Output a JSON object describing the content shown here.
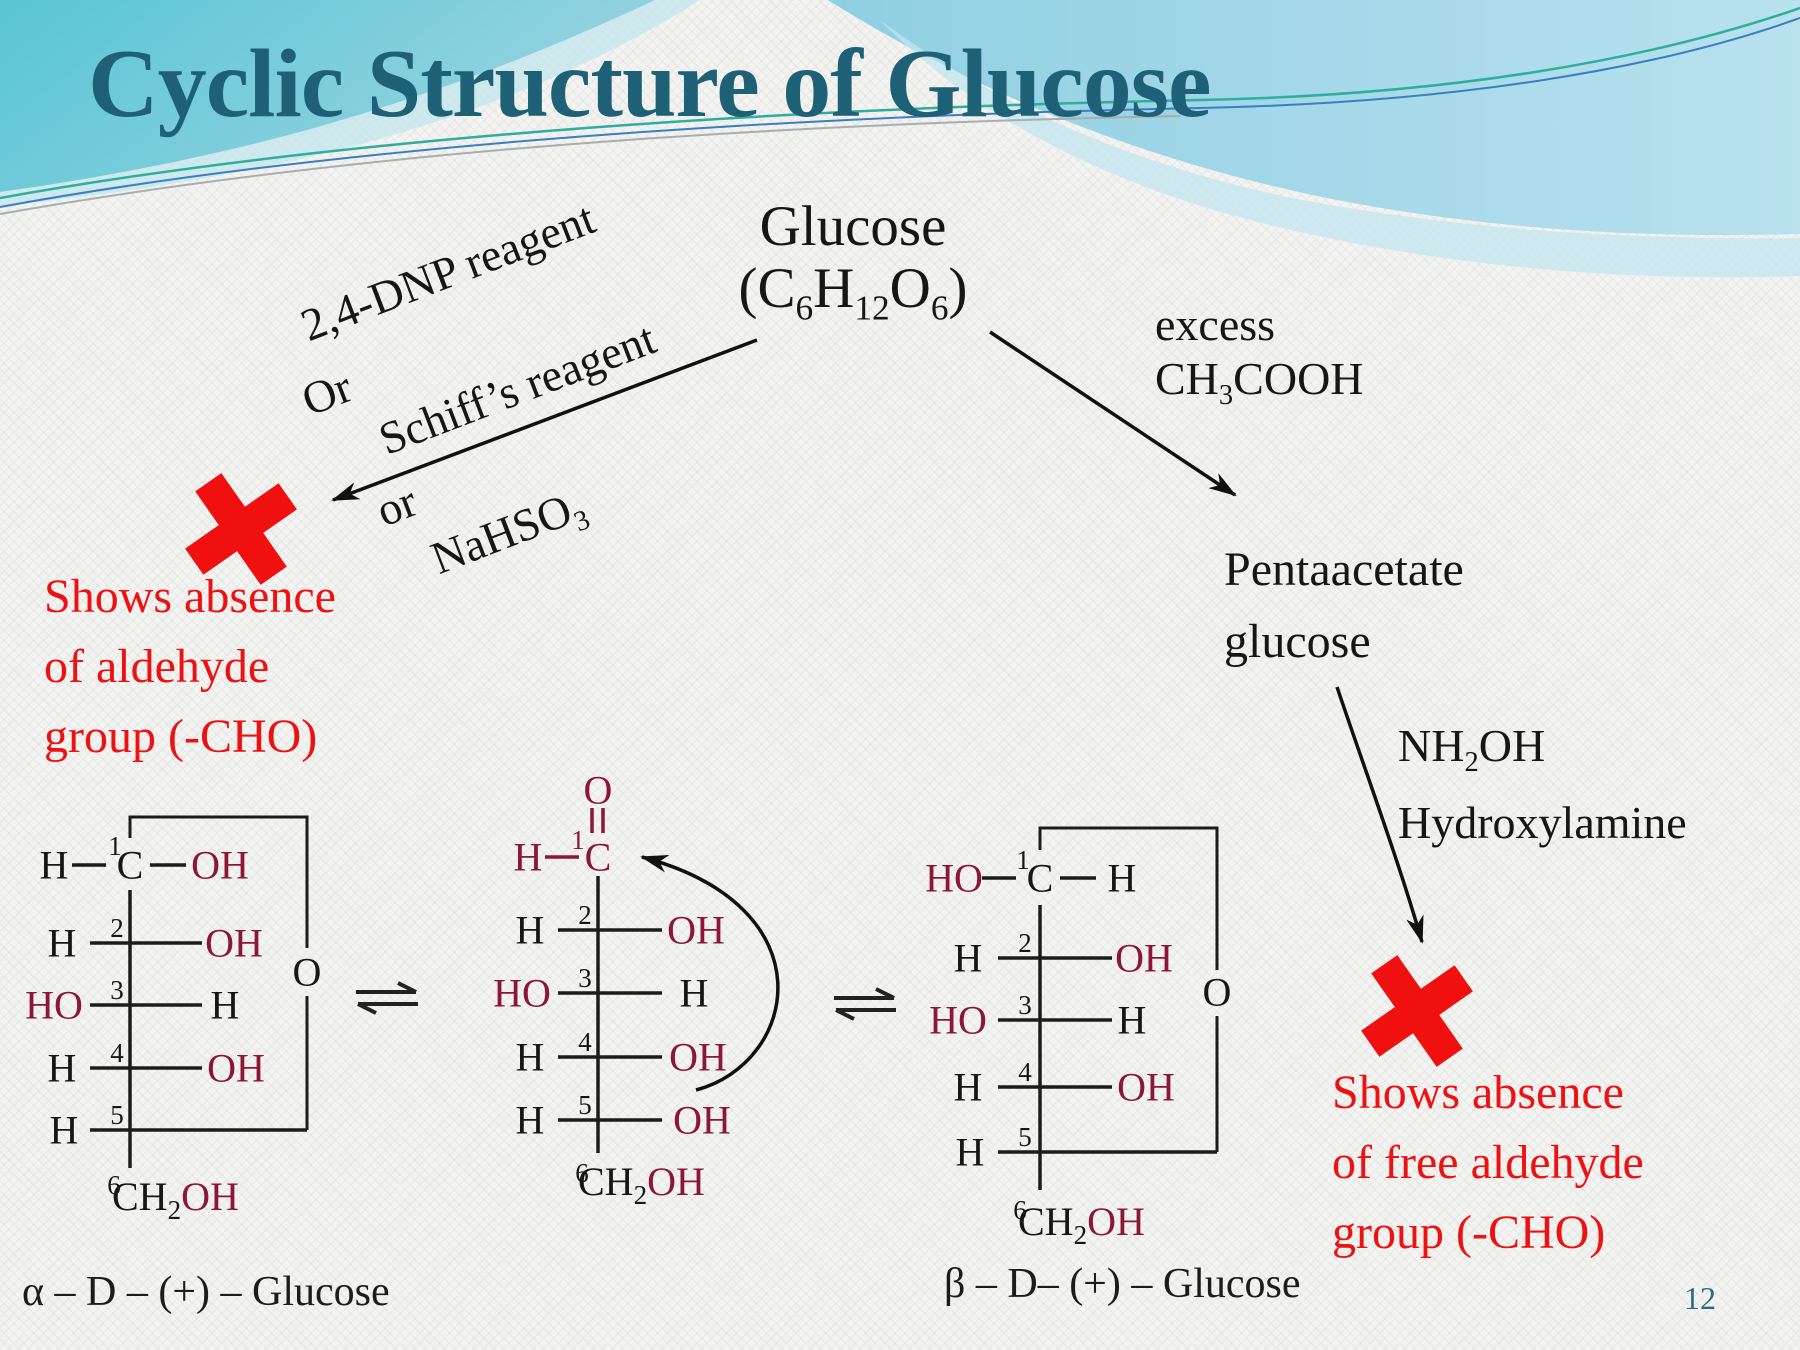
{
  "slide": {
    "title": "Cyclic Structure of Glucose",
    "page_number": "12"
  },
  "colors": {
    "title_teal": "#1e6176",
    "maroon": "#8c1538",
    "red": "#ee1111",
    "wave_teal": "#58c5d4",
    "wave_blue": "#b9e1ee"
  },
  "center": {
    "name": "Glucose",
    "formula": {
      "p1": "(C",
      "s1": "6",
      "p2": "H",
      "s2": "12",
      "p3": "O",
      "s3": "6",
      "p4": ")"
    }
  },
  "left_branch": {
    "reagents": {
      "l1": "2,4-DNP reagent",
      "l2": "Or",
      "l3": "Schiff’s reagent",
      "l4": "or",
      "l5_pre": "NaHSO",
      "l5_sub": "3"
    },
    "result": {
      "l1": "Shows absence",
      "l2": "of aldehyde",
      "l3": "group (-CHO)"
    }
  },
  "right_branch": {
    "reagent1": {
      "l1": "excess",
      "l2_pre": "CH",
      "l2_sub": "3",
      "l2_post": "COOH"
    },
    "product": {
      "l1": "Pentaacetate",
      "l2": "glucose"
    },
    "reagent2": {
      "l1_pre": "NH",
      "l1_sub": "2",
      "l1_post": "OH",
      "l2": "Hydroxylamine"
    },
    "result": {
      "l1": "Shows absence",
      "l2": "of free aldehyde",
      "l3": "group (-CHO)"
    }
  },
  "structures": {
    "alpha": {
      "label": "α – D – (+) – Glucose",
      "ring_o": "O",
      "c1": {
        "num": "1",
        "left": "H",
        "center": "C",
        "right": "OH"
      },
      "rows": [
        {
          "num": "2",
          "left": "H",
          "right": "OH"
        },
        {
          "num": "3",
          "left": "HO",
          "right": "H"
        },
        {
          "num": "4",
          "left": "H",
          "right": "OH"
        },
        {
          "num": "5",
          "left": "H"
        }
      ],
      "c6": {
        "num": "6",
        "pre": "CH",
        "sub": "2",
        "post": "OH"
      }
    },
    "open": {
      "o": "O",
      "c1": {
        "num": "1",
        "left": "H",
        "center": "C"
      },
      "rows": [
        {
          "num": "2",
          "left": "H",
          "right": "OH"
        },
        {
          "num": "3",
          "left": "HO",
          "right": "H"
        },
        {
          "num": "4",
          "left": "H",
          "right": "OH"
        },
        {
          "num": "5",
          "left": "H",
          "right": "OH"
        }
      ],
      "c6": {
        "num": "6",
        "pre": "CH",
        "sub": "2",
        "post": "OH"
      }
    },
    "beta": {
      "label": "β – D– (+) – Glucose",
      "ring_o": "O",
      "c1": {
        "num": "1",
        "left": "HO",
        "center": "C",
        "right": "H"
      },
      "rows": [
        {
          "num": "2",
          "left": "H",
          "right": "OH"
        },
        {
          "num": "3",
          "left": "HO",
          "right": "H"
        },
        {
          "num": "4",
          "left": "H",
          "right": "OH"
        },
        {
          "num": "5",
          "left": "H"
        }
      ],
      "c6": {
        "num": "6",
        "pre": "CH",
        "sub": "2",
        "post": "OH"
      }
    }
  }
}
